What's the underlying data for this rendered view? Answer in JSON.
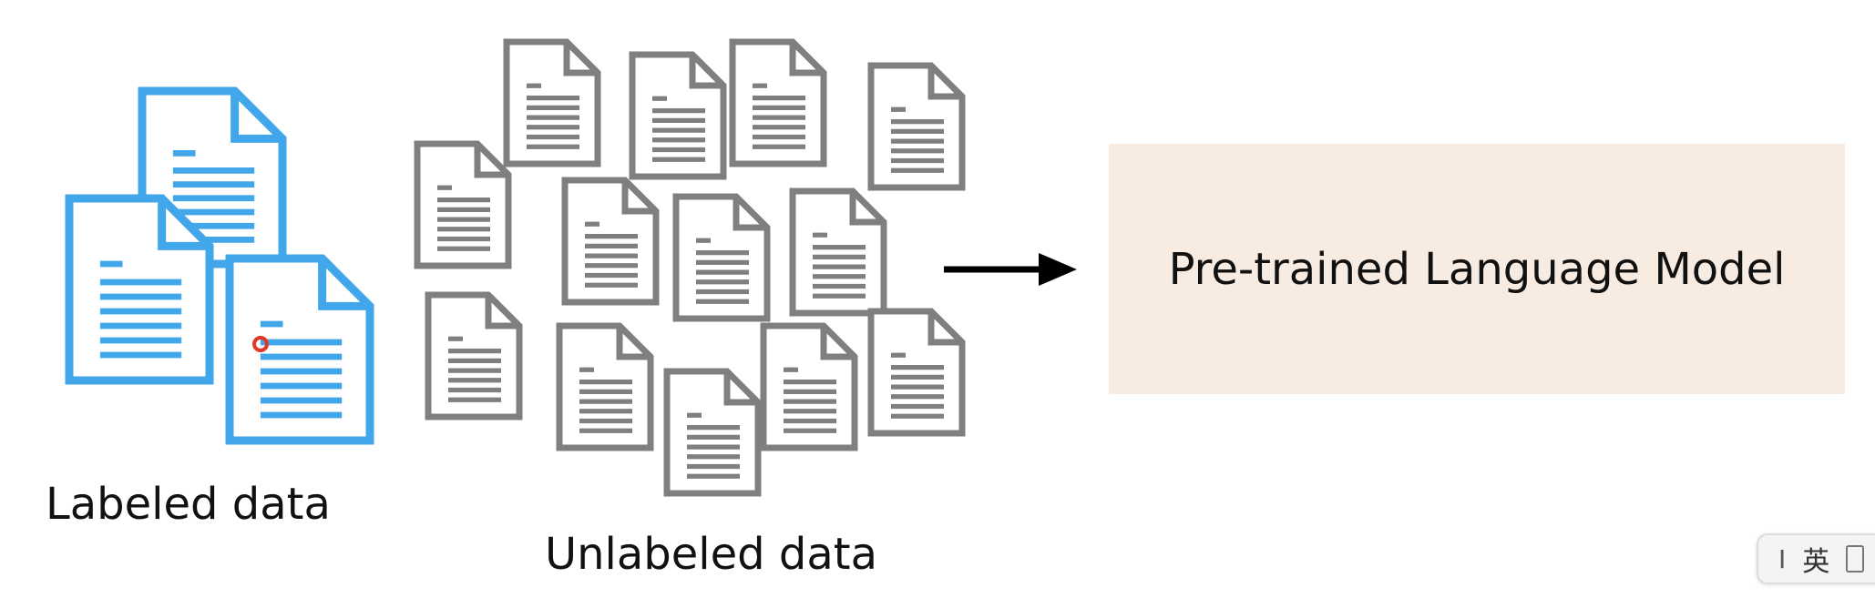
{
  "labeled_data": {
    "caption": "Labeled data",
    "doc_color": "#41a6ea",
    "doc_icon": "document-icon"
  },
  "unlabeled_data": {
    "caption": "Unlabeled data",
    "doc_color": "#7f7f7f",
    "doc_icon": "document-icon"
  },
  "arrow": {
    "icon": "arrow-right-icon",
    "color": "#000000"
  },
  "model": {
    "label": "Pre-trained Language Model",
    "fill": "#f8ebe1"
  },
  "cursor_marker": {
    "icon": "click-indicator-icon",
    "color": "#e3362b"
  },
  "ime_indicator": {
    "cursor_glyph": "I",
    "language": "英"
  }
}
